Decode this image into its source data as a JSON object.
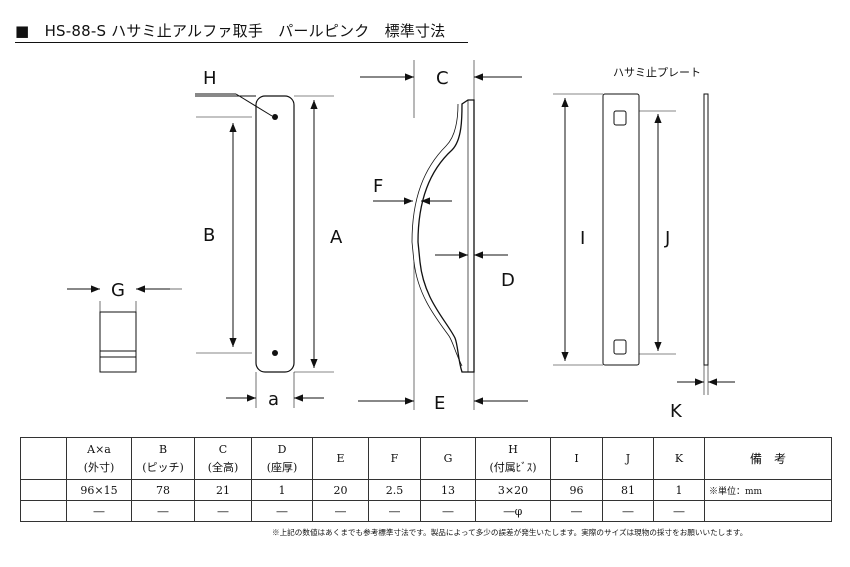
{
  "title": "■　HS-88-S ハサミ止アルファ取手　パールピンク　標準寸法",
  "labels": {
    "H": "H",
    "B": "B",
    "A": "A",
    "a": "a",
    "G": "G",
    "C": "C",
    "F": "F",
    "D": "D",
    "E": "E",
    "I": "I",
    "J": "J",
    "K": "K",
    "plate": "ハサミ止プレート"
  },
  "table": {
    "headers": [
      {
        "top": "A×a",
        "bottom": "(外寸)"
      },
      {
        "top": "B",
        "bottom": "(ピッチ)"
      },
      {
        "top": "C",
        "bottom": "(全高)"
      },
      {
        "top": "D",
        "bottom": "(座厚)"
      },
      {
        "top": "E",
        "bottom": ""
      },
      {
        "top": "F",
        "bottom": ""
      },
      {
        "top": "G",
        "bottom": ""
      },
      {
        "top": "H",
        "bottom": "(付属ﾋﾞｽ)"
      },
      {
        "top": "I",
        "bottom": ""
      },
      {
        "top": "J",
        "bottom": ""
      },
      {
        "top": "K",
        "bottom": ""
      }
    ],
    "remarks_header": "備　考",
    "row1": [
      "96×15",
      "78",
      "21",
      "1",
      "20",
      "2.5",
      "13",
      "3×20",
      "96",
      "81",
      "1"
    ],
    "row1_remark": "※単位：mm",
    "row2": [
      "―",
      "―",
      "―",
      "―",
      "―",
      "―",
      "―",
      "―φ",
      "―",
      "―",
      "―"
    ],
    "row2_remark": ""
  },
  "footnote": "※上記の数値はあくまでも参考標準寸法です。製品によって多少の誤差が発生いたします。実際のサイズは現物の採寸をお願いいたします。"
}
